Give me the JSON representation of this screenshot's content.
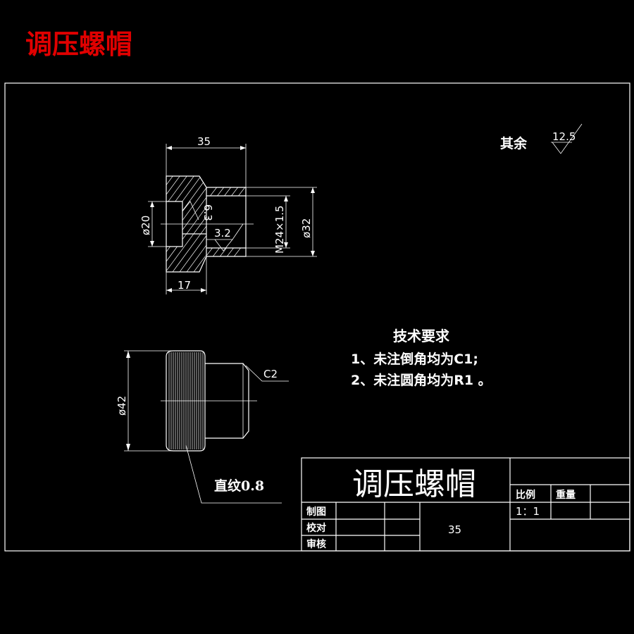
{
  "heading": "调压螺帽",
  "dimensions": {
    "length": "35",
    "step": "17",
    "bore": "ø20",
    "thread": "M24×1.5",
    "outer": "ø32",
    "knurl_dia": "ø42",
    "chamfer": "C2"
  },
  "roughness": {
    "inner": "6.3",
    "face": "3.2",
    "rest_label": "其余",
    "rest_value": "12.5"
  },
  "knurl_note": "直纹0.8",
  "requirements": {
    "title": "技术要求",
    "items": [
      "1、未注倒角均为C1;",
      "2、未注圆角均为R1  。"
    ]
  },
  "title_block": {
    "part_name": "调压螺帽",
    "drawing_no": "35",
    "labels": {
      "draw": "制图",
      "check": "校对",
      "approve": "审核",
      "scale": "比例",
      "weight": "重量"
    },
    "scale_value": "1：1"
  }
}
